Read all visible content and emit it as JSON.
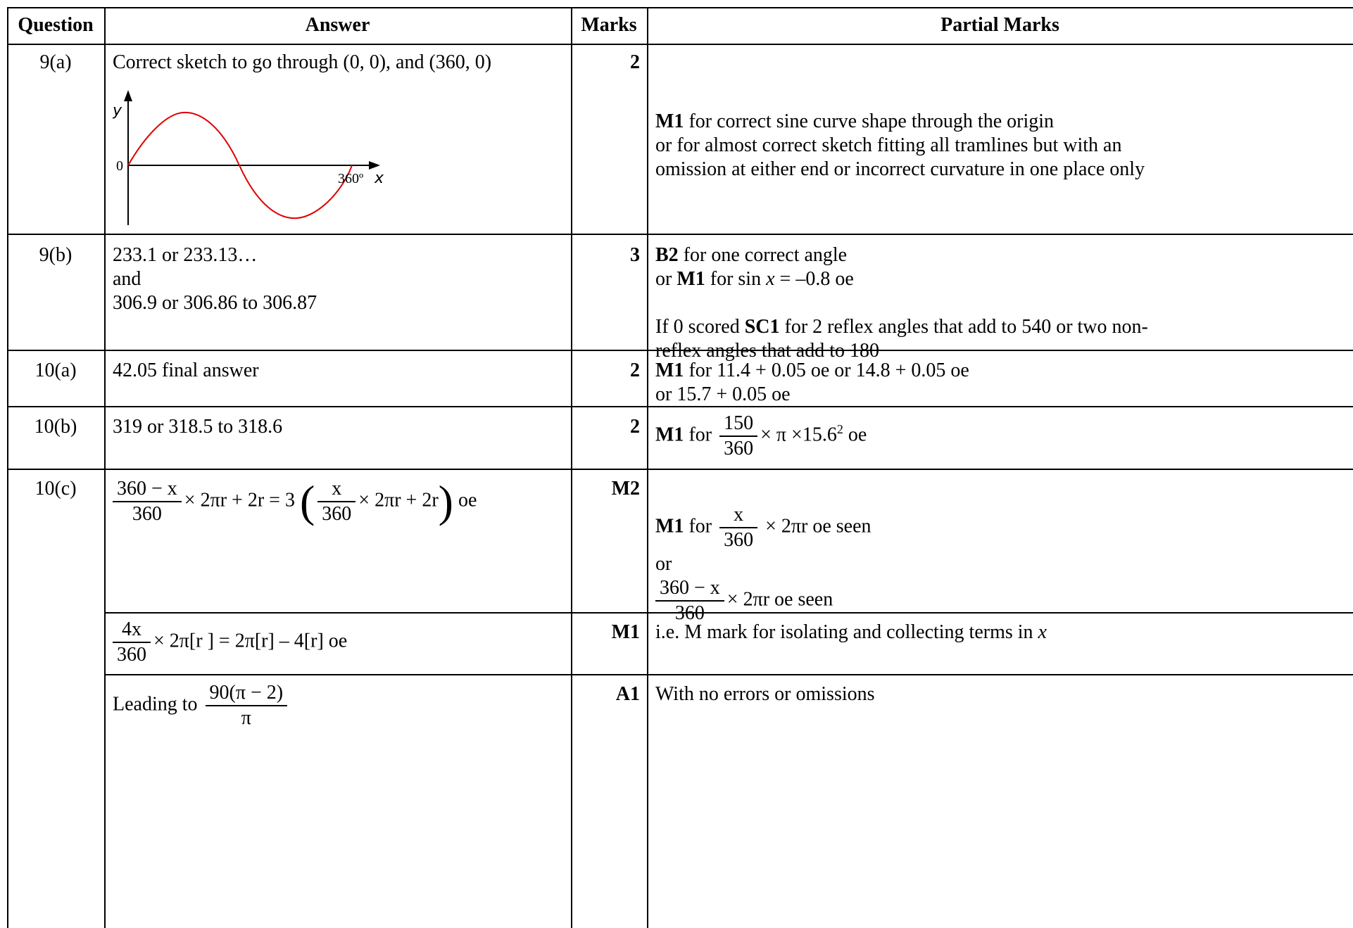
{
  "headers": {
    "question": "Question",
    "answer": "Answer",
    "marks": "Marks",
    "partial": "Partial Marks"
  },
  "rows": [
    {
      "question": "9(a)",
      "answer": "Correct sketch to go through (0, 0), and (360, 0)",
      "marks": "2",
      "partial_bold": "M1",
      "partial_lines": [
        "for correct sine curve shape through the origin",
        "or for almost correct sketch fitting all tramlines but with an",
        "omission at either end or incorrect curvature in one place only"
      ],
      "sketch": {
        "y_label": "y",
        "x_label": "x",
        "origin_label": "0",
        "end_label": "360º",
        "curve_color": "#e00000"
      }
    },
    {
      "question": "9(b)",
      "answer_lines": [
        "233.1 or 233.13…",
        "and",
        "306.9 or 306.86 to 306.87"
      ],
      "marks": "3",
      "p1_bold": "B2",
      "p1_rest": " for one correct angle",
      "p2_pre": "or ",
      "p2_bold": "M1",
      "p2_mid": " for sin ",
      "p2_var": "x",
      "p2_rest": " = –0.8 oe",
      "p3_pre": "If 0 scored ",
      "p3_bold": "SC1",
      "p3_rest": " for 2 reflex angles that add to 540 or two non-",
      "p3_line2": "reflex angles that add to 180"
    },
    {
      "question": "10(a)",
      "answer": "42.05 final answer",
      "marks": "2",
      "partial_bold": "M1",
      "partial_line1": " for 11.4 + 0.05 oe or 14.8 + 0.05 oe",
      "partial_line2": "or 15.7 + 0.05 oe"
    },
    {
      "question": "10(b)",
      "answer": "319 or 318.5 to 318.6",
      "marks": "2",
      "partial_bold": "M1",
      "partial_for": " for",
      "frac_num": "150",
      "frac_den": "360",
      "partial_tail": "× π ×15.6",
      "partial_sup": "2",
      "partial_oe": " oe"
    },
    {
      "question": "10(c)",
      "sub1": {
        "marks": "M2",
        "f1_num": "360 − x",
        "f1_den": "360",
        "eq_mid": "× 2πr + 2r = 3",
        "f2_num": "x",
        "f2_den": "360",
        "eq_inner": "× 2πr +  2r",
        "eq_oe": "oe",
        "p_bold": "M1",
        "p_for": " for",
        "p_f_num": "x",
        "p_f_den": "360",
        "p_tail": " × 2πr oe seen",
        "p_or": "or",
        "p_f2_num": "360 − x",
        "p_f2_den": "360",
        "p_tail2": "× 2πr oe seen"
      },
      "sub2": {
        "marks": "M1",
        "f_num": "4x",
        "f_den": "360",
        "eq": "× 2π[r ] = 2π[r] – 4[r] oe",
        "partial": "i.e. M mark for isolating and collecting terms in ",
        "partial_var": "x"
      },
      "sub3": {
        "marks": "A1",
        "lead": "Leading to",
        "f_num": "90(π − 2)",
        "f_den": "π",
        "partial": "With no errors or omissions"
      }
    }
  ]
}
